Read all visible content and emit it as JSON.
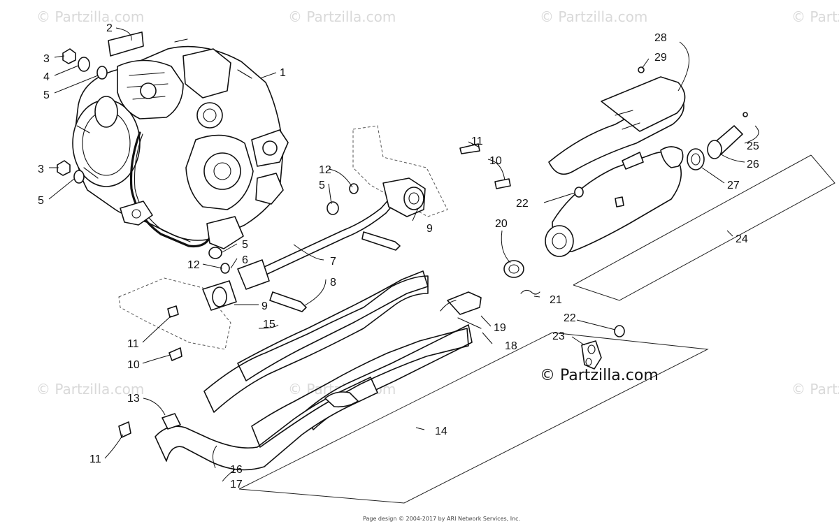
{
  "watermark": "© Partzilla.com",
  "credit": "© Partzilla.com",
  "footer": "Page design © 2004-2017 by ARI Network Services, Inc.",
  "callouts": {
    "c1": "1",
    "c2": "2",
    "c3a": "3",
    "c3b": "3",
    "c4": "4",
    "c5a": "5",
    "c5b": "5",
    "c5c": "5",
    "c5d": "5",
    "c6": "6",
    "c7": "7",
    "c8": "8",
    "c9a": "9",
    "c9b": "9",
    "c10a": "10",
    "c10b": "10",
    "c11a": "11",
    "c11b": "11",
    "c11c": "11",
    "c12a": "12",
    "c12b": "12",
    "c13": "13",
    "c14": "14",
    "c15": "15",
    "c16": "16",
    "c17": "17",
    "c18": "18",
    "c19": "19",
    "c20": "20",
    "c21": "21",
    "c22a": "22",
    "c22b": "22",
    "c23": "23",
    "c24": "24",
    "c25": "25",
    "c26": "26",
    "c27": "27",
    "c28": "28",
    "c29": "29"
  },
  "colors": {
    "line": "#111111",
    "watermark": "#d9d9d9",
    "background": "#ffffff"
  }
}
